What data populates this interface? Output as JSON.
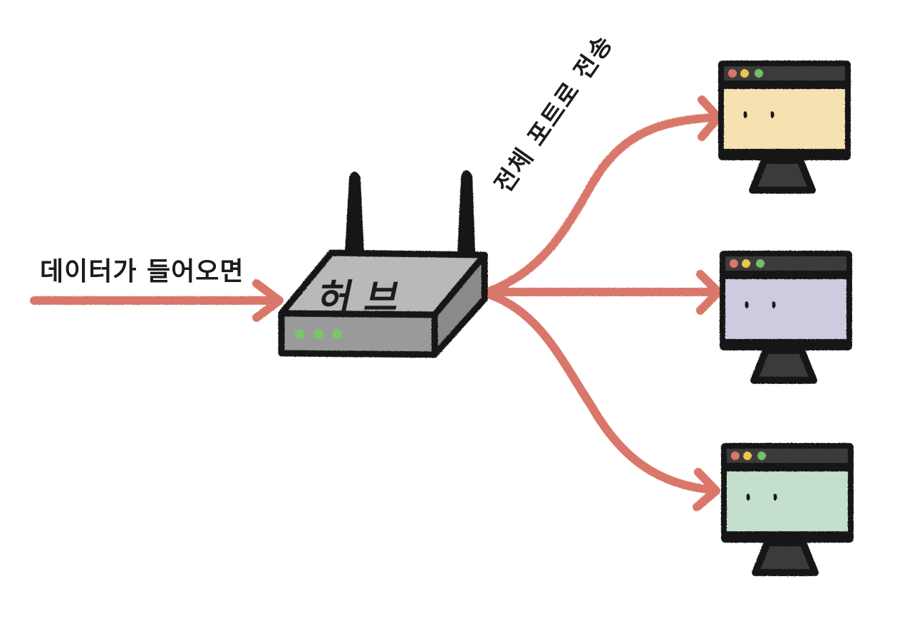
{
  "title": "Hub broadcast diagram",
  "labels": {
    "incoming": "데이터가 들어오면",
    "broadcast": "전체 포트로 전송",
    "hub": "허브"
  },
  "colors": {
    "arrow": "#d9776a",
    "outline": "#161616",
    "hub_top": "#b9b9b9",
    "hub_front": "#9a9a9a",
    "hub_side": "#8a8a8a",
    "led": "#7fc36a",
    "titlebar": "#3a3a3a",
    "dot_red": "#d9776a",
    "dot_yellow": "#e8c84a",
    "dot_green": "#6fbf6a",
    "stand": "#3a3a3a"
  },
  "hub": {
    "led_count": 3,
    "antenna_count": 2
  },
  "computers": [
    {
      "id": "computer-top",
      "screen_color": "#f5e2b0"
    },
    {
      "id": "computer-middle",
      "screen_color": "#cccbdf"
    },
    {
      "id": "computer-bottom",
      "screen_color": "#c3e0cc"
    }
  ]
}
